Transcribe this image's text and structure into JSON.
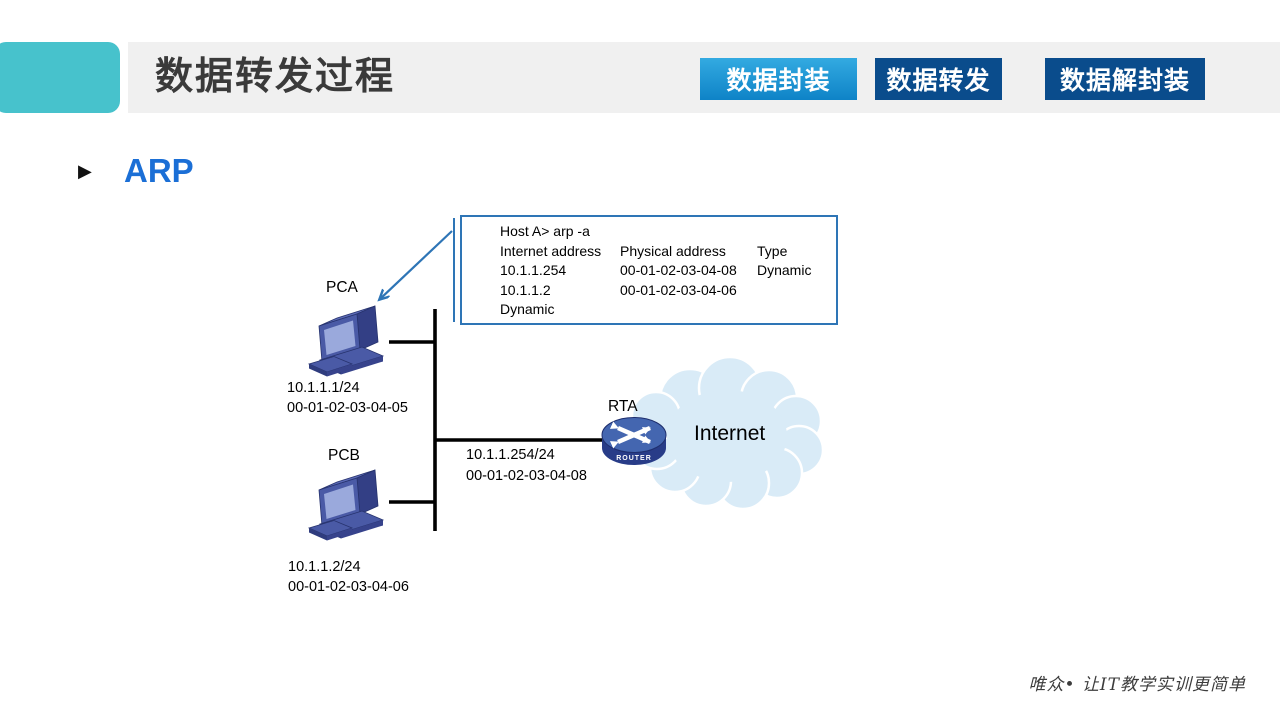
{
  "header": {
    "title": "数据转发过程",
    "nav": [
      {
        "label": "数据封装"
      },
      {
        "label": "数据转发"
      },
      {
        "label": "数据解封装"
      }
    ]
  },
  "section": {
    "heading": "ARP",
    "bullet": "▶"
  },
  "arp_table": {
    "command": "Host A> arp -a",
    "rows": [
      [
        "Internet address",
        "Physical address",
        "Type"
      ],
      [
        "10.1.1.254",
        "00-01-02-03-04-08",
        "Dynamic"
      ],
      [
        "10.1.1.2",
        "00-01-02-03-04-06",
        ""
      ],
      [
        "Dynamic",
        "",
        ""
      ]
    ]
  },
  "devices": {
    "pca": {
      "name": "PCA",
      "ip": "10.1.1.1/24",
      "mac": "00-01-02-03-04-05"
    },
    "pcb": {
      "name": "PCB",
      "ip": "10.1.1.2/24",
      "mac": "00-01-02-03-04-06"
    },
    "rta": {
      "name": "RTA",
      "ip": "10.1.1.254/24",
      "mac": "00-01-02-03-04-08",
      "badge": "ROUTER"
    },
    "internet": {
      "label": "Internet"
    }
  },
  "footer": {
    "watermark": "唯众• 让IT教学实训更简单"
  },
  "colors": {
    "accent_teal": "#47C2CC",
    "header_bar": "#F0F0F0",
    "nav_active_top": "#33AAE1",
    "nav_active_bottom": "#0E83C7",
    "nav_default": "#0A4C8C",
    "heading_blue": "#1B6FD6",
    "callout_blue": "#2E75B6",
    "pc_body_blue": "#4A5AA6",
    "pc_screen_blue": "#9AA9DC",
    "router_top_blue": "#4466B0",
    "router_side_blue": "#283C88",
    "cloud_fill": "#D9EBF7"
  }
}
